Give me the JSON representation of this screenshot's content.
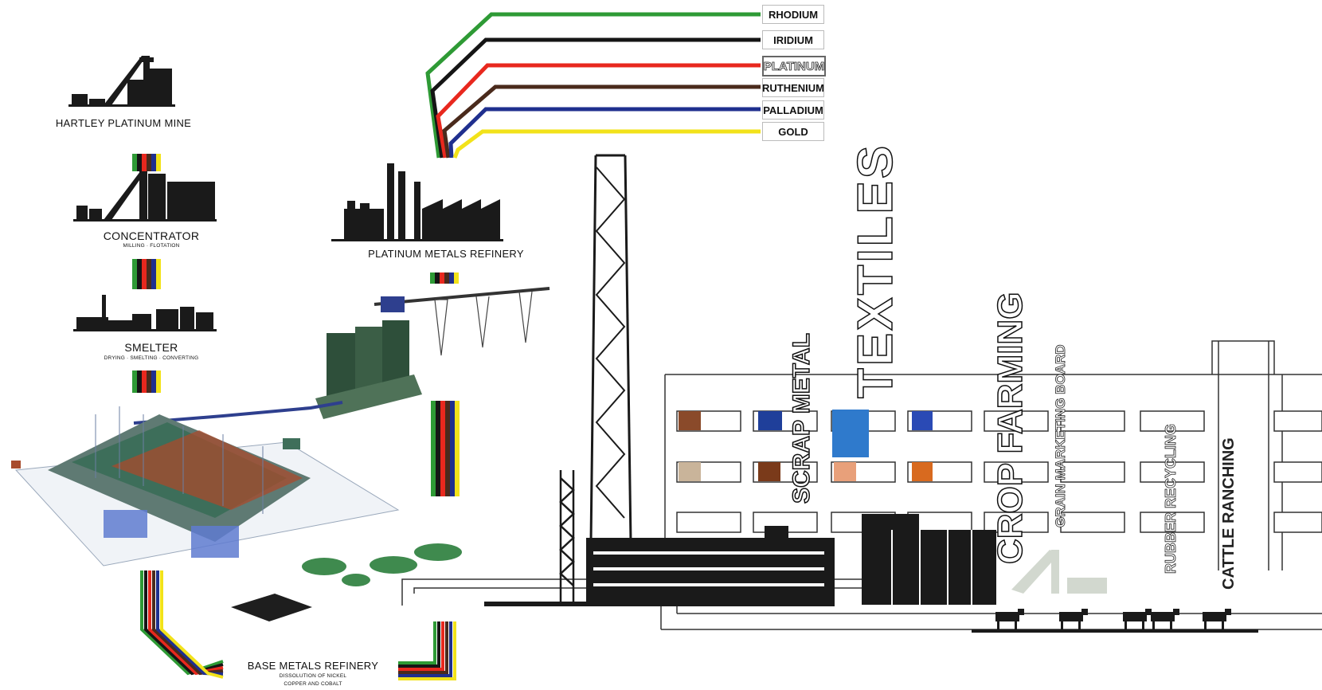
{
  "flow": {
    "mine": "HARTLEY PLATINUM MINE",
    "concentrator": {
      "title": "CONCENTRATOR",
      "subtitle": "MILLING · FLOTATION"
    },
    "smelter": {
      "title": "SMELTER",
      "subtitle": "DRYING · SMELTING · CONVERTING"
    },
    "pmr": "PLATINUM METALS REFINERY",
    "bmr": {
      "title": "BASE METALS REFINERY",
      "subtitle_line1": "DISSOLUTION OF NICKEL",
      "subtitle_line2": "COPPER AND COBALT"
    }
  },
  "metals": [
    {
      "name": "RHODIUM",
      "color": "#2e9a35"
    },
    {
      "name": "IRIDIUM",
      "color": "#151515"
    },
    {
      "name": "PLATINUM",
      "color": "#e8281e"
    },
    {
      "name": "RUTHENIUM",
      "color": "#4a2a1c"
    },
    {
      "name": "PALLADIUM",
      "color": "#1f2f8e"
    },
    {
      "name": "GOLD",
      "color": "#f2e21a"
    }
  ],
  "industries": {
    "scrap_metal": "SCRAP METAL",
    "textiles": "TEXTILES",
    "crop_farming": "CROP FARMING",
    "grain_board": "GRAIN MARKETING BOARD",
    "rubber": "RUBBER RECYCLING",
    "cattle": "CATTLE RANCHING"
  }
}
